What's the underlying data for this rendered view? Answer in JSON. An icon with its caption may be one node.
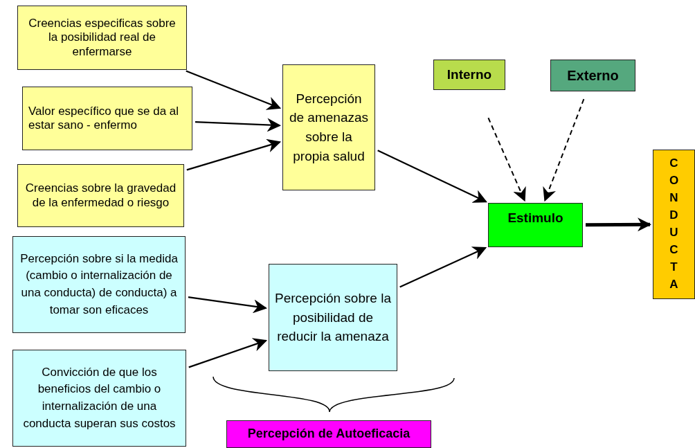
{
  "diagram": {
    "nodes": [
      {
        "text": [
          "Creencias especificas sobre la posibilidad real de enfermarse"
        ]
      },
      {
        "text": [
          "Valor específico que se da al estar sano - enfermo"
        ]
      },
      {
        "text": [
          "Creencias sobre la gravedad de la enfermedad o riesgo"
        ]
      },
      {
        "text": [
          "Percepción de amenazas sobre la propia salud"
        ]
      },
      {
        "text": [
          "Percepción sobre si la medida (cambio o internalización de una conducta) de conducta) a tomar son eficaces"
        ]
      },
      {
        "text": [
          "Convicción de que los beneficios del cambio o internalización de una conducta  superan sus costos"
        ]
      },
      {
        "text": [
          "Percepción sobre la posibilidad de reducir la amenaza"
        ]
      },
      {
        "text": [
          "Interno"
        ]
      },
      {
        "text": [
          "Externo"
        ]
      },
      {
        "text": [
          "Estimulo"
        ]
      },
      {
        "text": [
          "CONDUCTA"
        ]
      },
      {
        "text": [
          "Percepción de Autoeficacia"
        ]
      }
    ],
    "edges": [
      {
        "from": 0,
        "to": 3,
        "arrow": "to"
      },
      {
        "from": 1,
        "to": 3,
        "arrow": "to"
      },
      {
        "from": 2,
        "to": 3,
        "arrow": "to"
      },
      {
        "from": 3,
        "to": 9,
        "arrow": "to"
      },
      {
        "from": 6,
        "to": 9,
        "arrow": "to"
      },
      {
        "from": 4,
        "to": 6,
        "arrow": "to"
      },
      {
        "from": 5,
        "to": 6,
        "arrow": "to"
      },
      {
        "from": 7,
        "to": 9,
        "arrow": "to",
        "style": "dashed"
      },
      {
        "from": 8,
        "to": 9,
        "arrow": "to",
        "style": "dashed"
      },
      {
        "from": 9,
        "to": 10,
        "arrow": "to",
        "style": "thick"
      }
    ]
  }
}
